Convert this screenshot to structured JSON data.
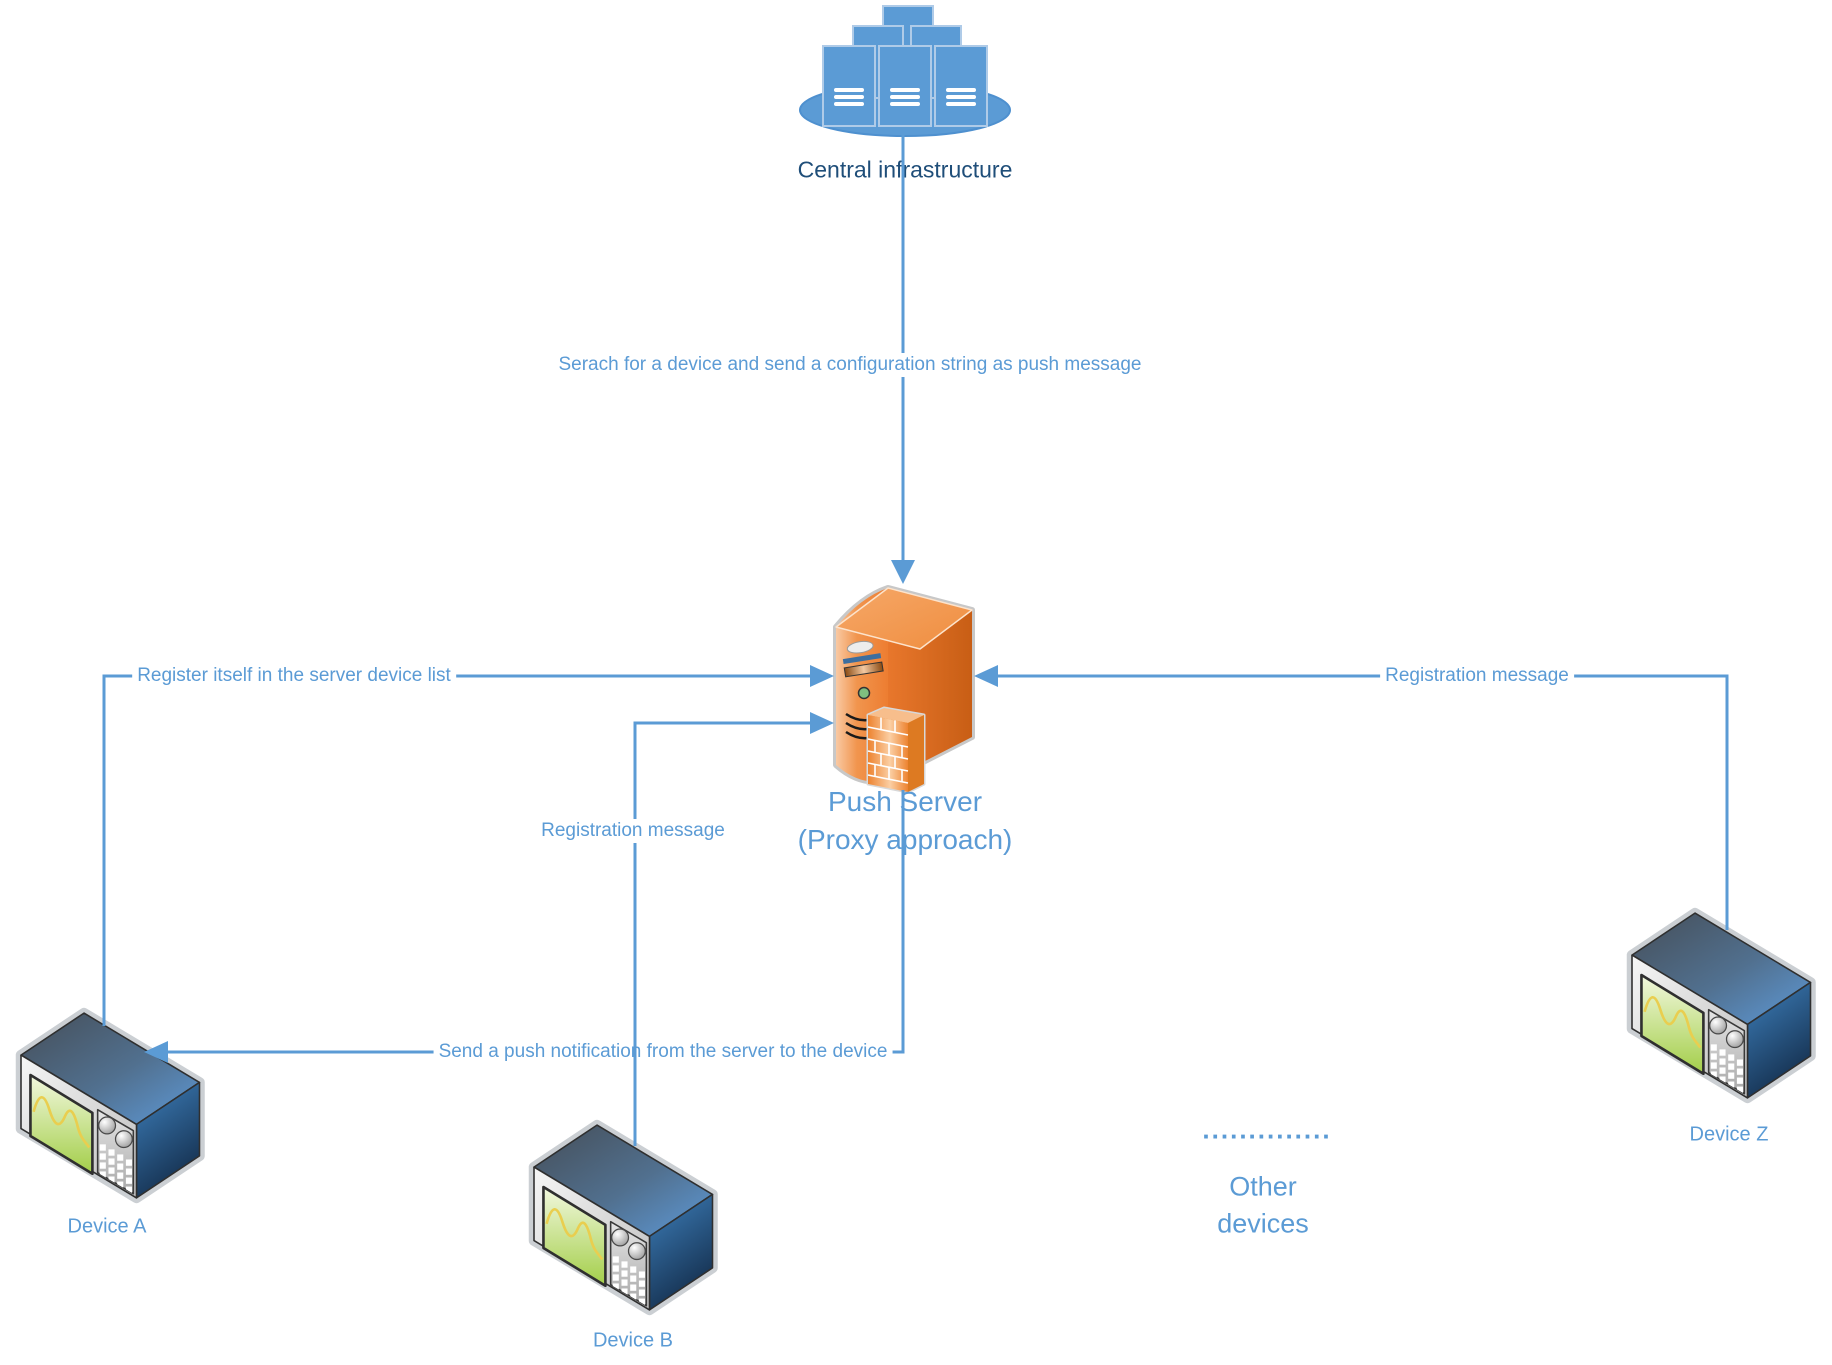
{
  "diagram_title": "Push server proxy approach diagram",
  "colors": {
    "connector": "#5B9BD5",
    "edge_label_text": "#5B9BD5",
    "title_text": "#1F4E79",
    "server_orange": "#ED7D31",
    "device_blue": "#2E75B6",
    "infra_blue": "#5B9BD5",
    "screen_green": "#A3CE49"
  },
  "nodes": {
    "central": {
      "label": "Central infrastructure",
      "icon": "server-cluster-icon"
    },
    "push_server": {
      "label_line1": "Push Server",
      "label_line2": "(Proxy approach)",
      "icon": "server-tower-icon",
      "sub_icon": "firewall-icon"
    },
    "device_a": {
      "label": "Device A",
      "icon": "instrument-device-icon"
    },
    "device_b": {
      "label": "Device B",
      "icon": "instrument-device-icon"
    },
    "device_z": {
      "label": "Device Z",
      "icon": "instrument-device-icon"
    },
    "other_devices": {
      "dots": "..............",
      "label_line1": "Other",
      "label_line2": "devices"
    }
  },
  "edges": {
    "search_push": {
      "from": "central",
      "to": "push_server",
      "label": "Serach for a device and send a configuration string as push message"
    },
    "register_a": {
      "from": "device_a",
      "to": "push_server",
      "label": "Register itself in the server device list"
    },
    "register_b": {
      "from": "device_b",
      "to": "push_server",
      "label": "Registration message"
    },
    "register_z": {
      "from": "device_z",
      "to": "push_server",
      "label": "Registration message"
    },
    "push_notification": {
      "from": "push_server",
      "to": "device_a",
      "label": "Send a push notification from the server to the device"
    }
  }
}
